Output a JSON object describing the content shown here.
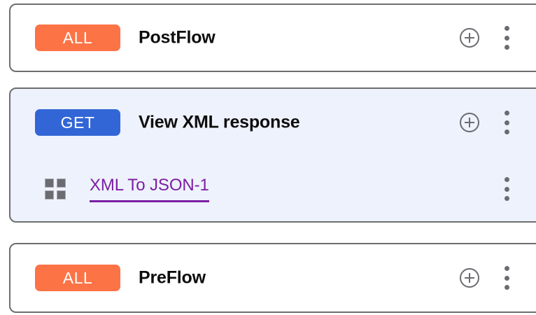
{
  "flows": [
    {
      "id": "postflow",
      "badge": {
        "label": "ALL",
        "color": "#fc7346"
      },
      "title": "PostFlow",
      "selected": false,
      "add_icon": "plus-circle-icon",
      "menu_icon": "kebab-menu-icon",
      "steps": []
    },
    {
      "id": "view-xml-response",
      "badge": {
        "label": "GET",
        "color": "#3266d6"
      },
      "title": "View XML response",
      "selected": true,
      "add_icon": "plus-circle-icon",
      "menu_icon": "kebab-menu-icon",
      "steps": [
        {
          "icon": "grid-policy-icon",
          "label": "XML To JSON-1",
          "link_color": "#7b1fa2",
          "menu_icon": "kebab-menu-icon"
        }
      ]
    },
    {
      "id": "preflow",
      "badge": {
        "label": "ALL",
        "color": "#fc7346"
      },
      "title": "PreFlow",
      "selected": false,
      "add_icon": "plus-circle-icon",
      "menu_icon": "kebab-menu-icon",
      "steps": []
    }
  ],
  "theme": {
    "selected_background": "#eef2fc",
    "card_border": "#6e6e6e",
    "icon_gray": "#6b6b72",
    "title_color": "#0d0d0d"
  }
}
